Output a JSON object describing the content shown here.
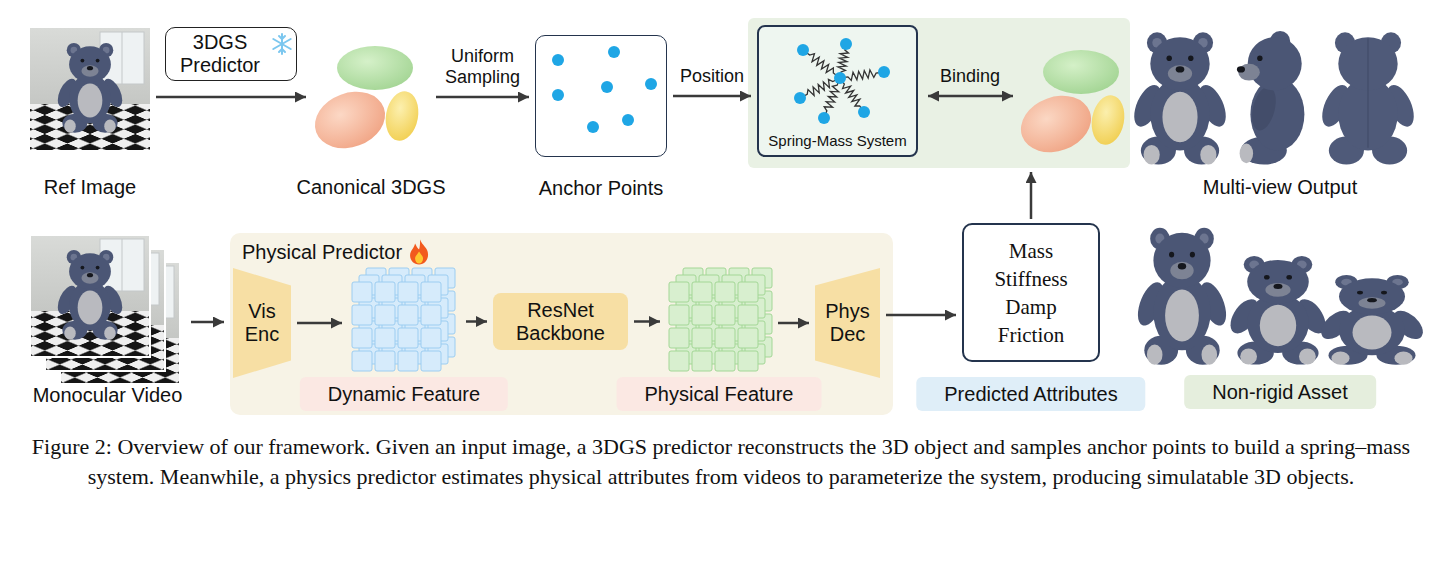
{
  "diagram": {
    "caption": "Figure 2: Overview of our framework. Given an input image, a 3DGS predictor reconstructs the 3D object and samples anchor points to build a spring–mass system. Meanwhile, a physics predictor estimates physical attributes from videos to parameterize the system, producing simulatable 3D objects.",
    "nodes": [
      {
        "text": [
          "Ref Image"
        ]
      },
      {
        "text": [
          "3DGS Predictor"
        ]
      },
      {
        "text": [
          "Canonical 3DGS"
        ]
      },
      {
        "text": [
          "Anchor Points"
        ]
      },
      {
        "text": [
          "Spring-Mass System"
        ]
      },
      {
        "text": [
          "Multi-view Output"
        ]
      },
      {
        "text": [
          "Monocular Video"
        ]
      },
      {
        "text": [
          "Physical Predictor"
        ]
      },
      {
        "text": [
          "Vis Enc"
        ],
        "in": 7
      },
      {
        "text": [
          "Dynamic Feature"
        ],
        "in": 7
      },
      {
        "text": [
          "ResNet Backbone"
        ],
        "in": 7
      },
      {
        "text": [
          "Physical Feature"
        ],
        "in": 7
      },
      {
        "text": [
          "Phys Dec"
        ],
        "in": 7
      },
      {
        "text": [
          "Mass Stiffness Damp Friction",
          "Predicted Attributes"
        ]
      },
      {
        "text": [
          "Non-rigid Asset"
        ]
      }
    ],
    "edges": [
      {
        "from": 0,
        "to": 2,
        "arrow": "to"
      },
      {
        "from": 2,
        "to": 3,
        "label": "Uniform Sampling",
        "arrow": "to"
      },
      {
        "from": 3,
        "to": 4,
        "label": "Position",
        "arrow": "to"
      },
      {
        "from": 6,
        "to": 7,
        "arrow": "to"
      },
      {
        "from": 8,
        "to": 9,
        "arrow": "to"
      },
      {
        "from": 9,
        "to": 10,
        "arrow": "to"
      },
      {
        "from": 10,
        "to": 11,
        "arrow": "to"
      },
      {
        "from": 11,
        "to": 12,
        "arrow": "to"
      },
      {
        "from": 12,
        "to": 13,
        "arrow": "to"
      }
    ],
    "labels": [
      "Binding"
    ]
  }
}
